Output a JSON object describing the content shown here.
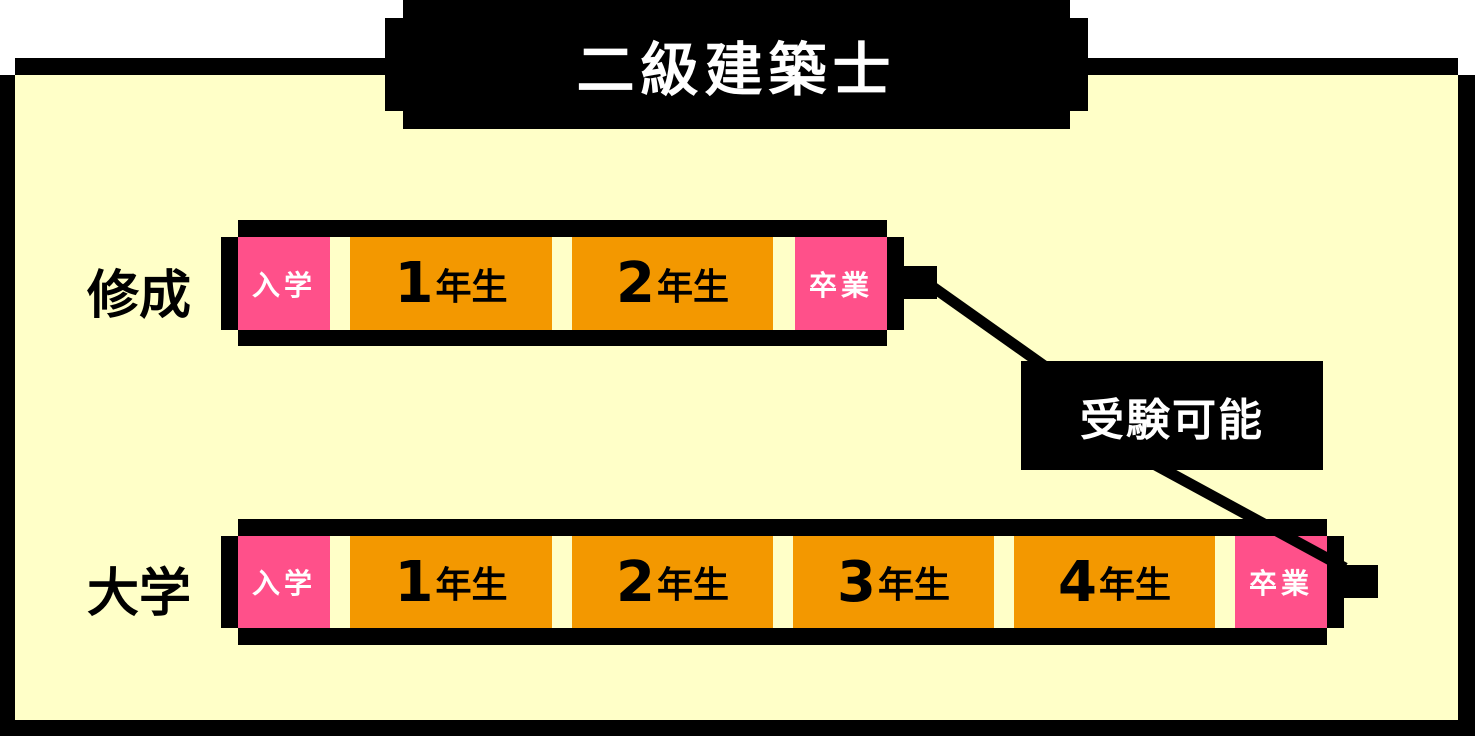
{
  "title": "二級建築士",
  "callout": "受験可能",
  "colors": {
    "panel": "#ffffc8",
    "entry_grad": "#ff508a",
    "year": "#f39800",
    "frame": "#000000"
  },
  "rows": [
    {
      "label": "修成",
      "start": "入学",
      "years": [
        {
          "num": "1",
          "suffix": "年生"
        },
        {
          "num": "2",
          "suffix": "年生"
        }
      ],
      "end": "卒業"
    },
    {
      "label": "大学",
      "start": "入学",
      "years": [
        {
          "num": "1",
          "suffix": "年生"
        },
        {
          "num": "2",
          "suffix": "年生"
        },
        {
          "num": "3",
          "suffix": "年生"
        },
        {
          "num": "4",
          "suffix": "年生"
        }
      ],
      "end": "卒業"
    }
  ]
}
